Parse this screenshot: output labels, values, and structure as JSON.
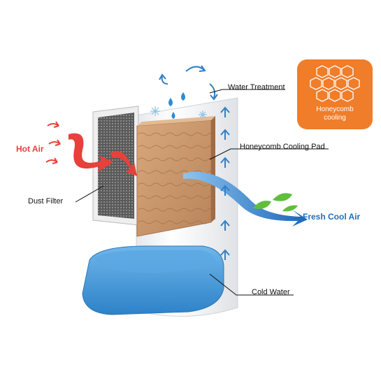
{
  "labels": {
    "water_treatment": "Water Treatment",
    "honeycomb_cooling_pad": "Honeycomb Cooling Pad",
    "dust_filter": "Dust Filter",
    "cold_water": "Cold Water",
    "hot_air": "Hot Air",
    "fresh_cool_air": "Fresh Cool Air"
  },
  "badge": {
    "line1": "Honeycomb",
    "line2": "cooling"
  },
  "colors": {
    "hot_air": "#e8403a",
    "cool_air": "#1e6fc0",
    "badge": "#f07d2a",
    "pad": "#c8956a",
    "water": "#3b95d6",
    "leaf": "#5fbf3a"
  },
  "icons": [
    "hot-air-arrow-icon",
    "cool-air-arrow-icon",
    "water-drop-icon",
    "snowflake-icon",
    "leaf-icon",
    "honeycomb-icon"
  ]
}
